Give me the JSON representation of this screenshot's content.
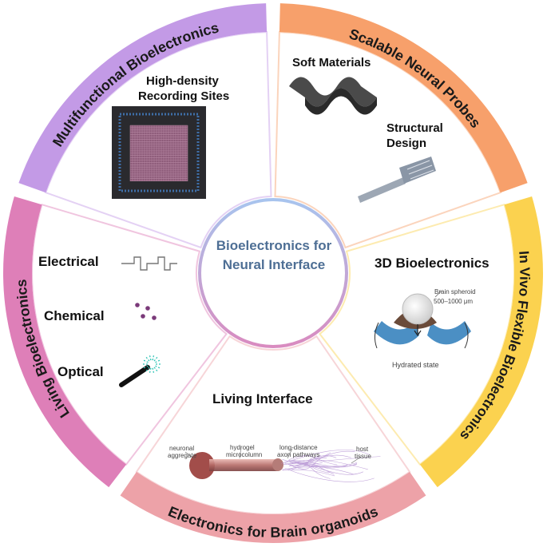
{
  "center": {
    "line1": "Bioelectronics for",
    "line2": "Neural Interface"
  },
  "sectors": [
    {
      "id": "scalable",
      "title": "Scalable Neural Probes",
      "color": "#f7a06b",
      "items": [
        "High-density",
        "Recording Sites"
      ]
    },
    {
      "id": "invivo",
      "title": "In Vivo Flexible Bioelectronics",
      "color": "#fbd24f",
      "items": [
        "Soft Materials",
        "Structural",
        "Design"
      ]
    },
    {
      "id": "organoids",
      "title": "Electronics for Brain organoids",
      "color": "#eda2a8",
      "items": [
        "3D Bioelectronics",
        "Brain spheroid",
        "500–1000 μm",
        "Hydrated state"
      ]
    },
    {
      "id": "living",
      "title": "Living Bioelectronics",
      "color": "#de7fb8",
      "items": [
        "Living Interface",
        "neuronal",
        "aggregate",
        "hydrogel",
        "microcolumn",
        "long-distance",
        "axon pathways",
        "host",
        "tissue"
      ]
    },
    {
      "id": "multifunctional",
      "title": "Multifunctional Bioelectronics",
      "color": "#c39ae6",
      "items": [
        "Electrical",
        "Chemical",
        "Optical"
      ]
    }
  ],
  "icons": [
    "chip-icon",
    "wavy-film-icon",
    "flexible-probe-icon",
    "square-pulse-icon",
    "molecule-dots-icon",
    "optical-fiber-icon",
    "brain-spheroid-icon",
    "microcolumn-icon"
  ]
}
